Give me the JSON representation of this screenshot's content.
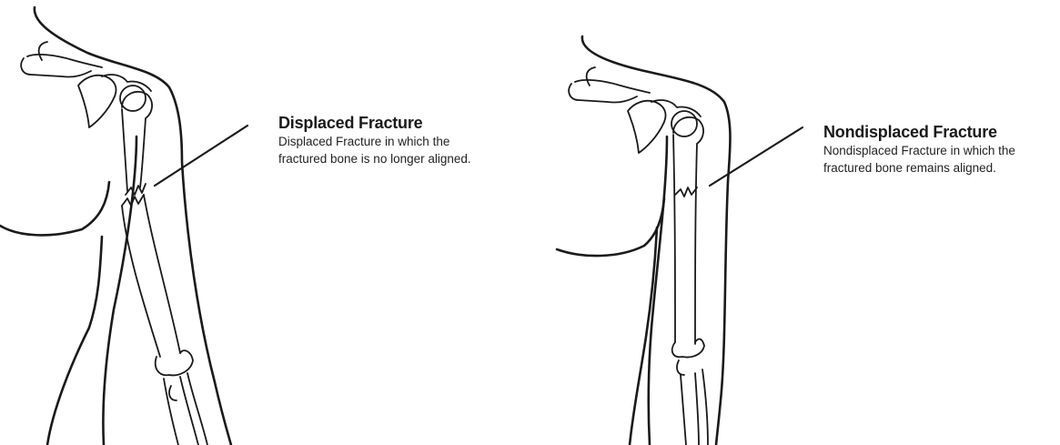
{
  "panels": [
    {
      "title": "Displaced Fracture",
      "description_lines": [
        "Displaced Fracture in which the",
        "fractured bone is no longer aligned."
      ]
    },
    {
      "title": "Nondisplaced Fracture",
      "description_lines": [
        "Nondisplaced Fracture in which the",
        "fractured bone remains aligned."
      ]
    }
  ],
  "colors": {
    "line": "#1a1a1a",
    "background": "#ffffff"
  }
}
